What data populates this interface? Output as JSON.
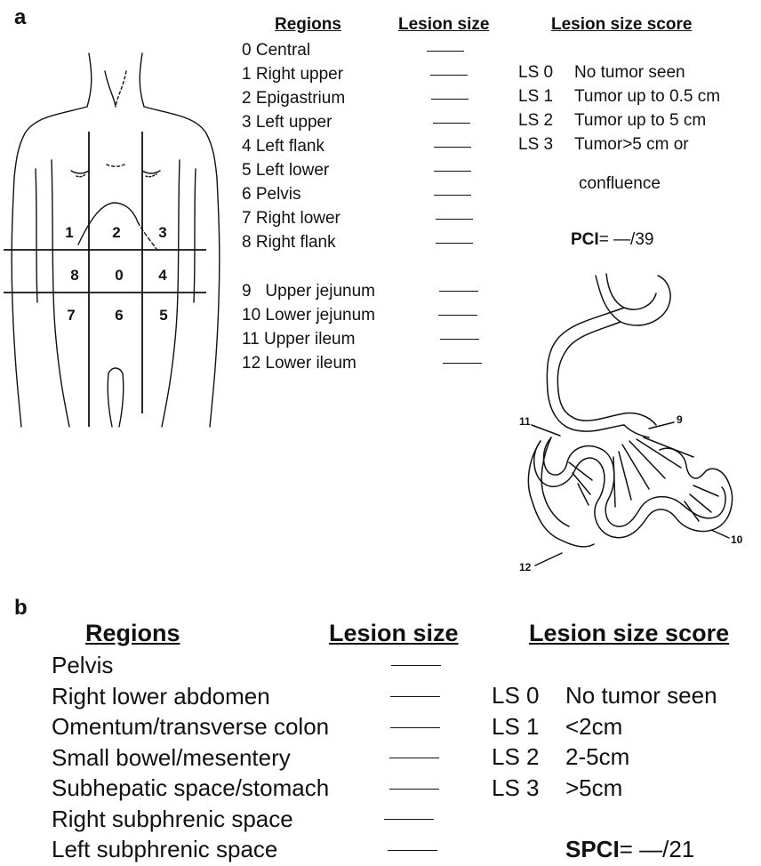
{
  "panel_a": {
    "letter": "a",
    "headers": {
      "regions": "Regions",
      "lesion_size": "Lesion size",
      "lesion_size_score": "Lesion size score"
    },
    "regions": [
      "0 Central",
      "1 Right upper",
      "2 Epigastrium",
      "3 Left upper",
      "4 Left flank",
      "5 Left lower",
      "6 Pelvis",
      "7 Right lower",
      "8 Right flank"
    ],
    "bowel_regions": [
      "9   Upper jejunum",
      "10 Lower jejunum",
      "11 Upper ileum",
      "12 Lower ileum"
    ],
    "scores": [
      {
        "code": "LS 0",
        "text": "No tumor seen"
      },
      {
        "code": "LS 1",
        "text": "Tumor up to 0.5 cm"
      },
      {
        "code": "LS 2",
        "text": "Tumor up to 5 cm"
      },
      {
        "code": "LS 3",
        "text": "Tumor>5 cm or"
      }
    ],
    "score_continuation": "confluence",
    "pci_label": "PCI",
    "pci_value": "= —/39",
    "body_grid_numbers": [
      "1",
      "2",
      "3",
      "8",
      "0",
      "4",
      "7",
      "6",
      "5"
    ],
    "intestine_labels": [
      "9",
      "10",
      "11",
      "12"
    ]
  },
  "panel_b": {
    "letter": "b",
    "headers": {
      "regions": "Regions",
      "lesion_size": "Lesion size",
      "lesion_size_score": "Lesion size score"
    },
    "regions": [
      "Pelvis",
      "Right lower abdomen",
      "Omentum/transverse colon",
      "Small bowel/mesentery",
      "Subhepatic space/stomach",
      "Right subphrenic space",
      "Left subphrenic space"
    ],
    "scores": [
      {
        "code": "LS 0",
        "text": "No tumor seen"
      },
      {
        "code": "LS 1",
        "text": "<2cm"
      },
      {
        "code": "LS 2",
        "text": "2-5cm"
      },
      {
        "code": "LS 3",
        "text": ">5cm"
      }
    ],
    "spci_label": "SPCI",
    "spci_value": "= —/21"
  }
}
